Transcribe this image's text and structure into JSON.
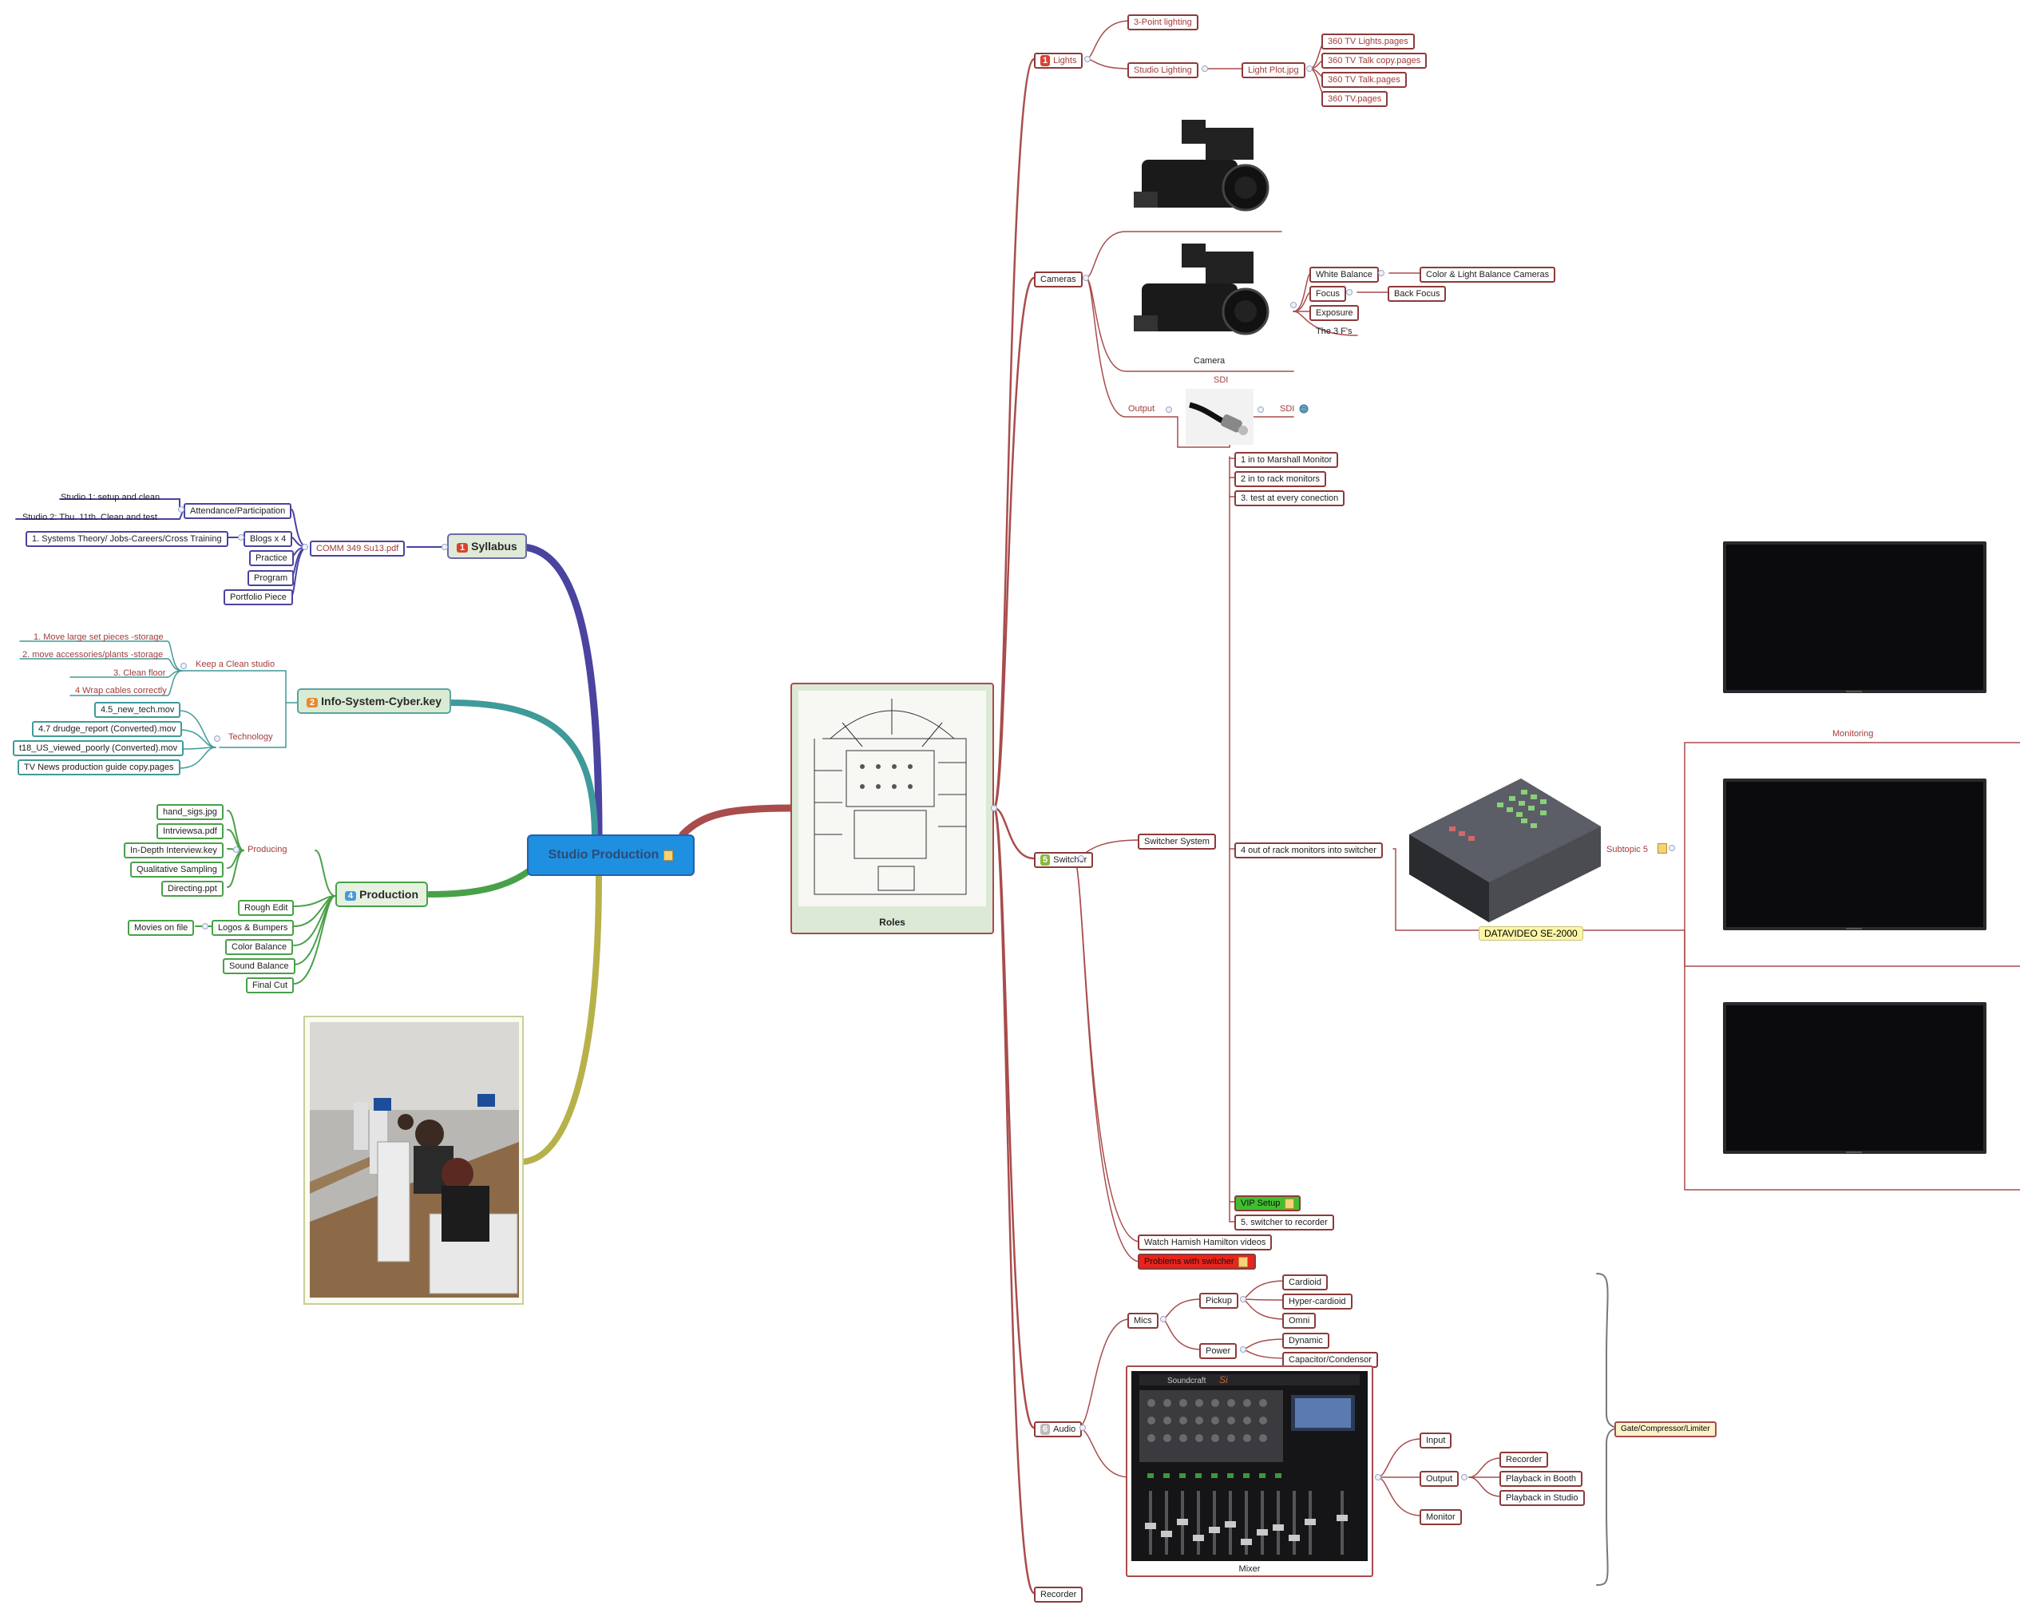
{
  "central": {
    "title": "Studio Production"
  },
  "roles": {
    "caption": "Roles"
  },
  "left": {
    "syllabus": {
      "title": "Syllabus",
      "num": "1",
      "file": "COMM 349 Su13.pdf",
      "items": [
        "Attendance/Participation",
        "Blogs x 4",
        "Practice",
        "Program",
        "Portfolio Piece"
      ],
      "attendance_children": [
        "Studio 1: setup and clean",
        "Studio 2:  Thu. 11th. Clean and test"
      ],
      "blogs_child": "1. Systems Theory/ Jobs-Careers/Cross Training"
    },
    "info": {
      "title": "Info-System-Cyber.key",
      "num": "2",
      "keep_label": "Keep a Clean studio",
      "keep_items": [
        "1.  Move large set pieces -storage",
        "2.  move accessories/plants -storage",
        "3. Clean floor",
        "4 Wrap cables correctly"
      ],
      "tech_label": "Technology",
      "tech_items": [
        "4.5_new_tech.mov",
        "4.7 drudge_report (Converted).mov",
        "t18_US_viewed_poorly (Converted).mov",
        "TV News production guide copy.pages"
      ]
    },
    "production": {
      "title": "Production",
      "num": "4",
      "producing_label": "Producing",
      "producing_items": [
        "hand_sigs.jpg",
        "Intrviewsa.pdf",
        "In-Depth Interview.key",
        "Qualitative Sampling",
        "Directing.ppt"
      ],
      "items": [
        "Rough Edit",
        "Logos & Bumpers",
        "Color Balance",
        "Sound Balance",
        "Final Cut"
      ],
      "logos_child": "Movies on file"
    }
  },
  "right": {
    "lights": {
      "title": "Lights",
      "num": "1",
      "three_point": "3-Point lighting",
      "studio": "Studio Lighting",
      "plot": "Light Plot.jpg",
      "files": [
        "360 TV Lights.pages",
        "360 TV Talk copy.pages",
        "360 TV Talk.pages",
        "360 TV.pages"
      ]
    },
    "cameras": {
      "title": "Cameras",
      "caption": "Camera",
      "white_balance": "White Balance",
      "color_light": "Color & Light Balance Cameras",
      "focus": "Focus",
      "back_focus": "Back Focus",
      "exposure": "Exposure",
      "three_fs": "The 3 F's",
      "sdi_top": "SDI",
      "output": "Output",
      "sdi": "SDI"
    },
    "switcher": {
      "title": "Switcher",
      "num": "5",
      "system": "Switcher System",
      "connections": [
        "1 in to Marshall Monitor",
        "2 in to rack monitors",
        "3. test at every conection"
      ],
      "four_out": "4 out of rack monitors into switcher",
      "device": "DATAVIDEO SE-2000",
      "subtopic": "Subtopic 5",
      "monitoring": "Monitoring",
      "vip": "VIP Setup",
      "five": "5. switcher to recorder",
      "watch": "Watch Hamish Hamilton videos",
      "problems": "Problems with switcher"
    },
    "audio": {
      "title": "Audio",
      "num": "6",
      "mics": "Mics",
      "pickup": "Pickup",
      "pickup_items": [
        "Cardioid",
        "Hyper-cardioid",
        "Omni"
      ],
      "power": "Power",
      "power_items": [
        "Dynamic",
        "Capacitor/Condensor"
      ],
      "mixer_caption": "Mixer",
      "mixer_brand": "Soundcraft",
      "input": "Input",
      "output": "Output",
      "output_items": [
        "Recorder",
        "Playback in Booth",
        "Playback in Studio"
      ],
      "monitor": "Monitor",
      "gate": "Gate/Compressor/Limiter"
    },
    "recorder": {
      "title": "Recorder"
    }
  },
  "colors": {
    "maroon": "#8d3a3a",
    "purple": "#4a43a0",
    "teal": "#3f9a9a",
    "green": "#4aa049",
    "olive": "#b7b14a",
    "central_blue": "#1f8fe0"
  }
}
